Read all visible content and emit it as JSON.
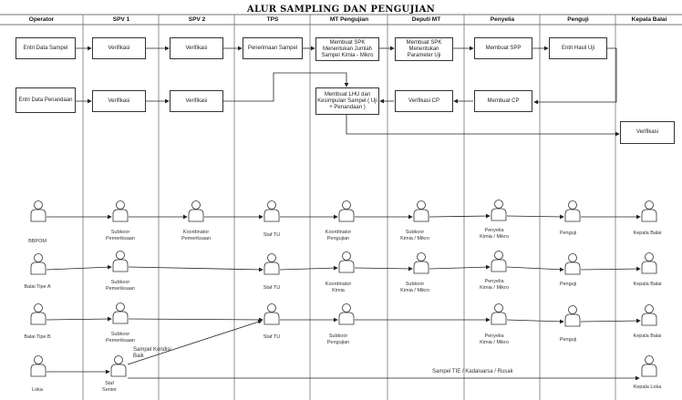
{
  "title": "ALUR SAMPLING DAN PENGUJIAN",
  "lanes": [
    "Operator",
    "SPV 1",
    "SPV 2",
    "TPS",
    "MT Pengujian",
    "Deputi MT",
    "Penyelia",
    "Penguji",
    "Kepala Balai"
  ],
  "process": {
    "row1": [
      "Entri Data Sampel",
      "Verifikasi",
      "Verifikasi",
      "Penerimaan Sampel",
      "Membuat SPK Menentukan Jumlah Sampel Kimia - Mikro",
      "Membuat SPK Menentukan Parameter Uji",
      "Membuat SPP",
      "Entri Hasil Uji"
    ],
    "row2": [
      "Entri Data Penandaan",
      "Verifikasi",
      "Verifikasi",
      "Membuat LHU dan Kesimpulan Sampel ( Uji + Penandaan )",
      "Verifikasi CP",
      "Membuat CP"
    ],
    "final": "Verifikasi"
  },
  "actors": {
    "row1": [
      "BBPOM",
      "Subkoor\nPemeriksaan",
      "Koordinator\nPemeriksaan",
      "Staf TU",
      "Koordinator\nPengujian",
      "Subkoor\nKimia / Mikro",
      "Penyelia\nKimia / Mikro",
      "Penguji",
      "Kepala Balai"
    ],
    "row2": [
      "Balai Tipe A",
      "Subkoor\nPemeriksaan",
      "Staf TU",
      "Koordinator\nKimia",
      "Subkoor\nKimia / Mikro",
      "Penyelia\nKimia / Mikro",
      "Penguji",
      "Kepala Balai"
    ],
    "row3": [
      "Balai Tipe B",
      "Subkoor\nPemeriksaan",
      "Staf TU",
      "Subkoor\nPengujian",
      "Penyelia\nKimia / Mikro",
      "Penguji",
      "Kepala Balai"
    ],
    "row4": [
      "Loka",
      "Staf\nSenior",
      "Kepala Loka"
    ]
  },
  "notes": {
    "good": "Sampel Kondisi\nBaik",
    "bad": "Sampel TIE / Kadaluarsa / Rusak"
  }
}
